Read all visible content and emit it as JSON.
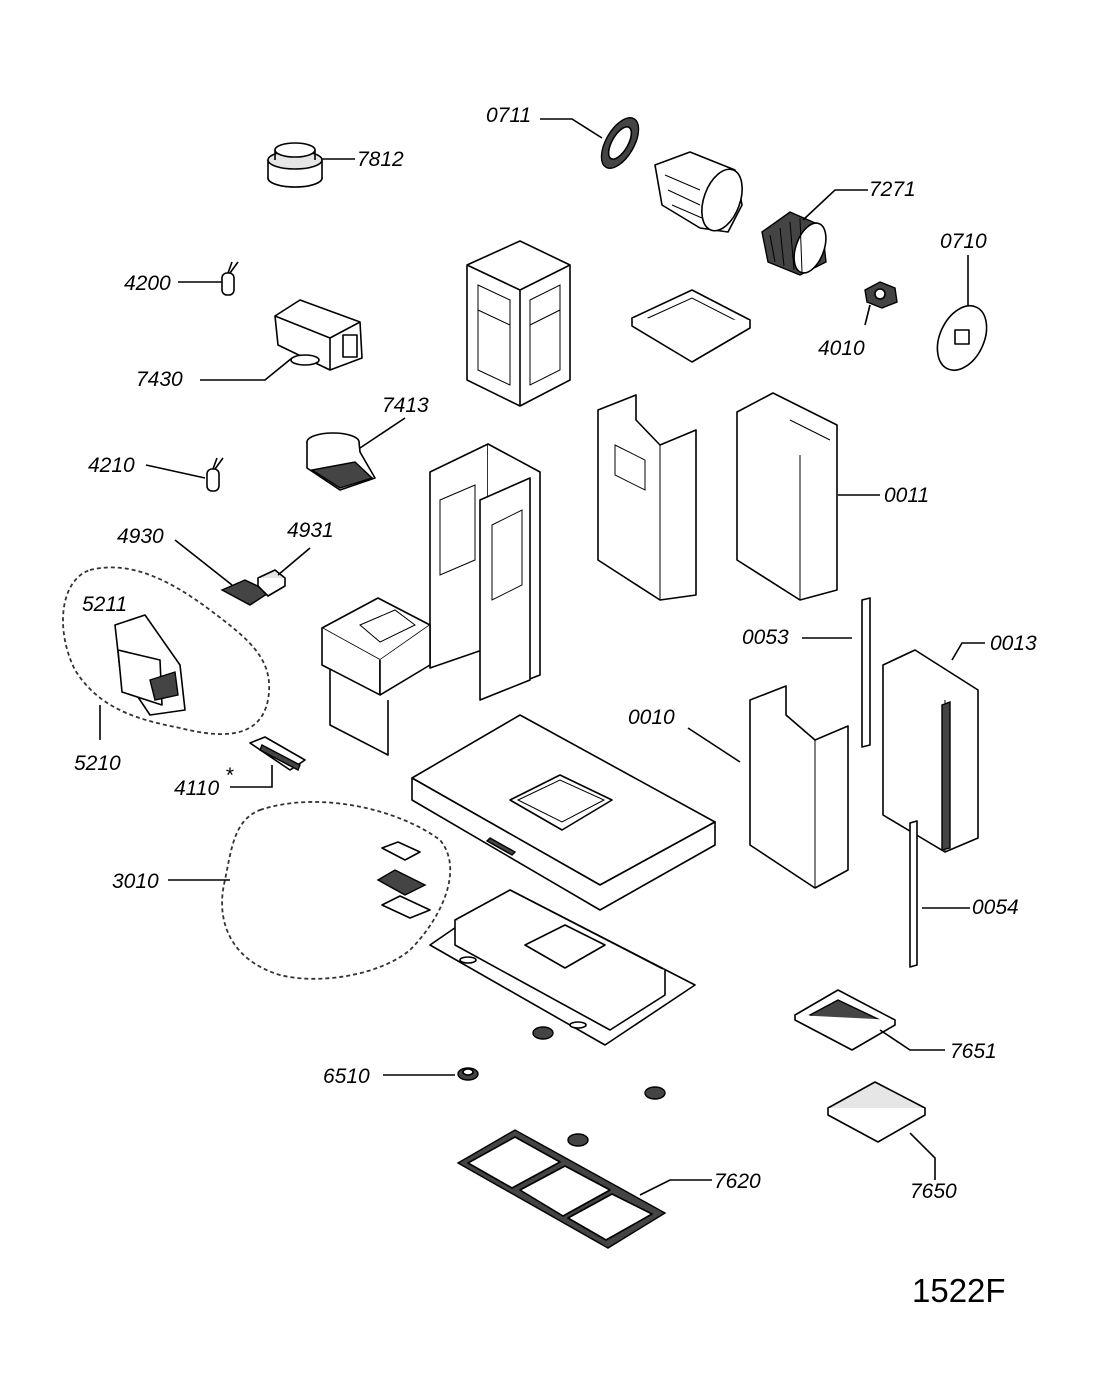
{
  "diagram": {
    "code": "1522F",
    "labels": {
      "p0711": "0711",
      "p7812": "7812",
      "p7271": "7271",
      "p0710": "0710",
      "p4200": "4200",
      "p4010": "4010",
      "p7430": "7430",
      "p7413": "7413",
      "p4210": "4210",
      "p0011": "0011",
      "p4930": "4930",
      "p4931": "4931",
      "p5211": "5211",
      "p0053": "0053",
      "p0013": "0013",
      "p0010": "0010",
      "p5210": "5210",
      "p4110": "4110",
      "p4110_star": "*",
      "p3010": "3010",
      "p0054": "0054",
      "p7651": "7651",
      "p6510": "6510",
      "p7620": "7620",
      "p7650": "7650"
    }
  }
}
